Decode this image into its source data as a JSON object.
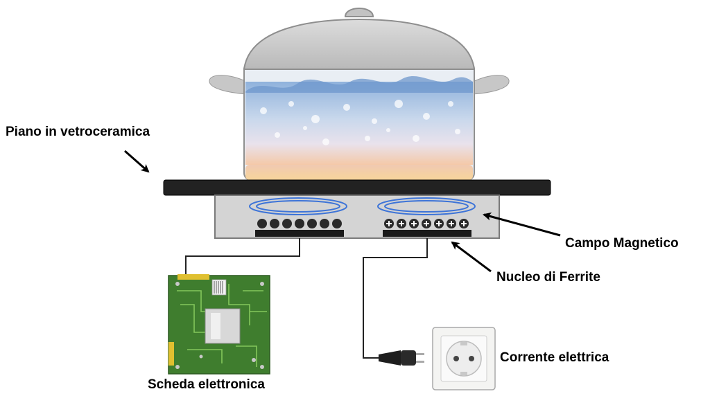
{
  "labels": {
    "piano": "Piano in vetroceramica",
    "campo": "Campo Magnetico",
    "nucleo": "Nucleo di Ferrite",
    "corrente": "Corrente elettrica",
    "scheda": "Scheda elettronica"
  },
  "colors": {
    "cooktop": "#222222",
    "housing": "#d4d4d4",
    "field": "#3d74d8",
    "pcb": "#3f7d2e",
    "water": "#9fbfe0",
    "heat": "#f2c0a0"
  },
  "icons": {
    "pot": "cooking-pot-icon",
    "plug": "plug-icon",
    "socket": "wall-socket-icon",
    "board": "circuit-board-icon"
  }
}
